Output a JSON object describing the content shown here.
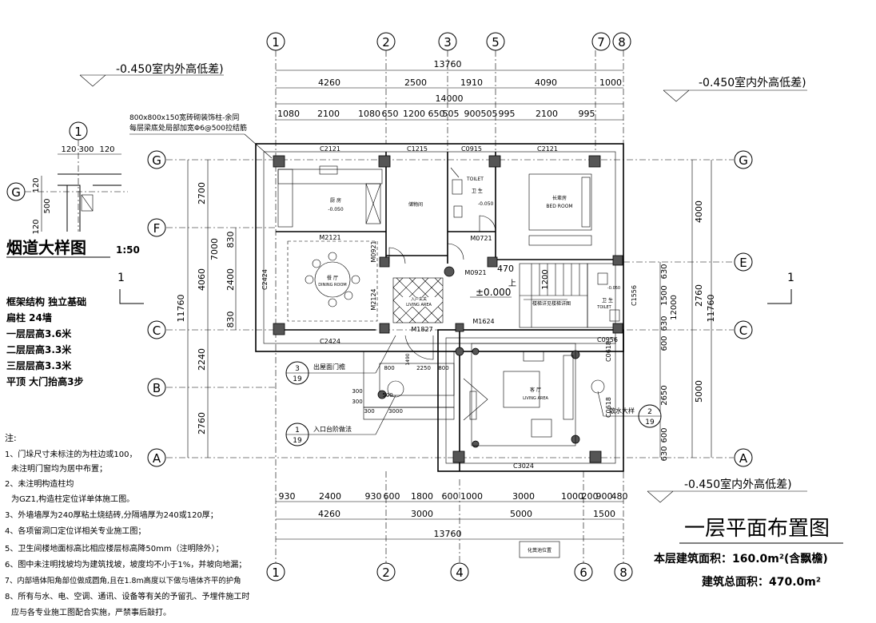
{
  "axes": {
    "top": [
      "1",
      "2",
      "3",
      "5",
      "7",
      "8"
    ],
    "bottom": [
      "1",
      "2",
      "4",
      "6",
      "8"
    ],
    "left": [
      "G",
      "F",
      "C",
      "B",
      "A"
    ],
    "right": [
      "G",
      "E",
      "C",
      "A"
    ]
  },
  "elevation_note": "-0.450室内外高低差)",
  "top_dims": {
    "overall1": "13760",
    "row2": [
      "4260",
      "2500",
      "1910",
      "4090",
      "1000"
    ],
    "overall2": "14000",
    "row4": [
      "1080",
      "2100",
      "1080",
      "650",
      "1200",
      "650",
      "505",
      "900",
      "505",
      "995",
      "2100",
      "995"
    ]
  },
  "bottom_dims": {
    "row1": [
      "930",
      "2400",
      "930",
      "600",
      "1800",
      "600",
      "1000",
      "3000",
      "1000",
      "200",
      "900",
      "480"
    ],
    "row2": [
      "4260",
      "3000",
      "5000",
      "1500"
    ],
    "overall": "13760"
  },
  "left_dims": {
    "total": "11760",
    "outer": [
      "2700",
      "7000",
      "4060",
      "2240",
      "2760"
    ],
    "inner": [
      "830",
      "2400",
      "830"
    ]
  },
  "right_dims": {
    "total": "11760",
    "outer": [
      "4000",
      "2760",
      "5000"
    ],
    "inner": [
      "630",
      "1500",
      "630",
      "12000",
      "600",
      "2650",
      "600",
      "630"
    ]
  },
  "column_note": [
    "800x800x150宽砖砌装饰柱-余同",
    "每层梁底处局部加宽Φ6@500拉结筋"
  ],
  "detail": {
    "axis": "1",
    "axis_row": "G",
    "dims": [
      "120",
      "300",
      "120"
    ],
    "side_dims": [
      "120",
      "500",
      "120"
    ],
    "title": "烟道大样图",
    "scale": "1:50"
  },
  "structure_info": [
    "框架结构 独立基础",
    "扁柱 24墙",
    "一层层高3.6米",
    "二层层高3.3米",
    "三层层高3.3米",
    "平顶 大门抬高3步"
  ],
  "notes": {
    "heading": "注:",
    "items": [
      "1、门垛尺寸未标注的为柱边或100，",
      "未注明门窗均为居中布置；",
      "2、未注明构造柱均",
      "为GZ1,构造柱定位详单体施工图。",
      "3、外墙墙厚为240厚粘土烧结砖,分隔墙厚为240或120厚；",
      "4、各项留洞口定位详相关专业施工图；",
      "5、卫生间楼地面标高比相应楼层标高降50mm（注明除外）；",
      "6、图中未注明找坡均为建筑找坡，坡度均不小于1%，并坡向地漏；",
      "7、内部墙体阳角部位做成圆角,且在1.8m高度以下做与墙体齐平的护角",
      "8、所有与水、电、空调、通讯、设备等有关的予留孔、予埋件施工时",
      "应与各专业施工图配合实施，严禁事后敲打。"
    ]
  },
  "section_marks": [
    "1",
    "1"
  ],
  "windows": [
    "C2121",
    "C1215",
    "C0915",
    "C2121",
    "C2424",
    "C2424",
    "C3024",
    "C0618",
    "C0618",
    "C1556",
    "C0956"
  ],
  "doors": [
    "M2121",
    "M0921",
    "M0921",
    "M0721",
    "M1827",
    "M1624",
    "M2124"
  ],
  "rooms": {
    "kitchen": "厨 房",
    "storage": "储物间",
    "toilet1": "卫 生",
    "toilet1_en": "TOILET",
    "bedroom": "长辈房",
    "bedroom_en": "BED ROOM",
    "dining": "餐 厅",
    "dining_en": "DINING ROOM",
    "entrance": "入户玄关",
    "entrance_en": "LIVING AREA",
    "living": "客 厅",
    "living_en": "LIVING AREA",
    "toilet2": "卫 生",
    "toilet2_en": "TOILET",
    "stair_note": "楼梯详见楼梯详图",
    "stair_up": "上"
  },
  "levels": [
    "±0.000",
    "-0.050",
    "-0.050",
    "-0.050"
  ],
  "callouts": [
    {
      "num": "3",
      "den": "19",
      "label": "出屋面门檐"
    },
    {
      "num": "1",
      "den": "19",
      "label": "入口台阶做法"
    },
    {
      "num": "2",
      "den": "19",
      "label": "散水大样"
    }
  ],
  "misc_dims": [
    "800",
    "2250",
    "800",
    "300",
    "300",
    "300",
    "3000",
    "500",
    "470",
    "1490",
    "1200"
  ],
  "septic": "化粪池位置",
  "plan_title": "一层平面布置图",
  "area_floor": "本层建筑面积：160.0m²(含飘檐)",
  "area_total": "建筑总面积：470.0m²"
}
